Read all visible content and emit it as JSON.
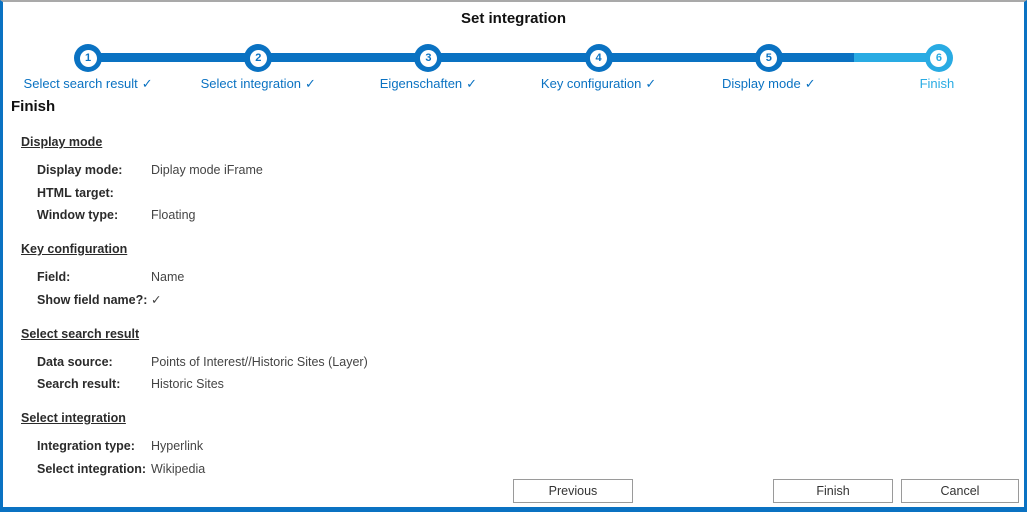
{
  "window": {
    "title": "Set integration",
    "accent_dark": "#0a72c2",
    "accent_light": "#29abe3"
  },
  "stepper": {
    "steps": [
      {
        "number": "1",
        "label": "Select search result",
        "check": "✓",
        "state": "done"
      },
      {
        "number": "2",
        "label": "Select integration",
        "check": "✓",
        "state": "done"
      },
      {
        "number": "3",
        "label": "Eigenschaften",
        "check": "✓",
        "state": "done"
      },
      {
        "number": "4",
        "label": "Key configuration",
        "check": "✓",
        "state": "done"
      },
      {
        "number": "5",
        "label": "Display mode",
        "check": "✓",
        "state": "done"
      },
      {
        "number": "6",
        "label": "Finish",
        "check": "",
        "state": "active"
      }
    ]
  },
  "page": {
    "heading": "Finish"
  },
  "sections": [
    {
      "title": "Display mode",
      "rows": [
        {
          "label": "Display mode:",
          "value": "Diplay mode iFrame"
        },
        {
          "label": "HTML target:",
          "value": ""
        },
        {
          "label": "Window type:",
          "value": "Floating"
        }
      ]
    },
    {
      "title": "Key configuration",
      "rows": [
        {
          "label": "Field:",
          "value": "Name"
        },
        {
          "label": "Show field name?:",
          "value": "✓"
        }
      ]
    },
    {
      "title": "Select search result",
      "rows": [
        {
          "label": "Data source:",
          "value": "Points of Interest//Historic Sites (Layer)"
        },
        {
          "label": "Search result:",
          "value": "Historic Sites"
        }
      ]
    },
    {
      "title": "Select integration",
      "rows": [
        {
          "label": "Integration type:",
          "value": "Hyperlink"
        },
        {
          "label": "Select integration:",
          "value": "Wikipedia"
        }
      ]
    }
  ],
  "footer": {
    "previous_label": "Previous",
    "finish_label": "Finish",
    "cancel_label": "Cancel"
  }
}
